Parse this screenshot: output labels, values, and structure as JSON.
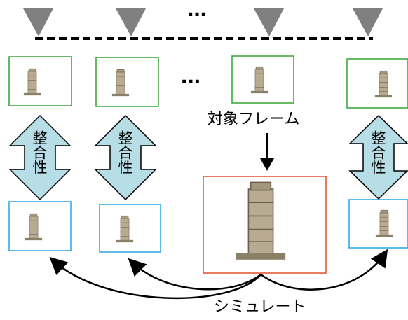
{
  "labels": {
    "target_frame": "対象フレーム",
    "simulate": "シミュレート",
    "ellipsis_top": "…",
    "ellipsis_middle": "…",
    "consistency": "整合性"
  },
  "colors": {
    "camera": "#808080",
    "top_frame_border": "#33a333",
    "bottom_frame_border": "#2aa4e0",
    "target_frame_border": "#e0502a",
    "arrow_fill": "#b7dde6",
    "line": "#000000"
  },
  "icons": {
    "camera": "camera-triangle-icon",
    "tower": "leaning-tower-icon"
  }
}
